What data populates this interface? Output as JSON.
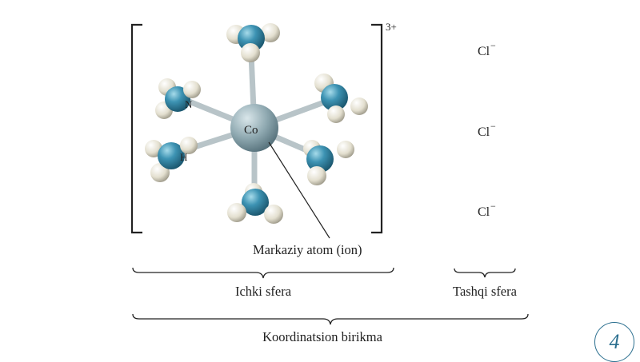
{
  "complex": {
    "charge": "3+",
    "central_atom": "Co",
    "ligand_atom_labels": {
      "nitrogen": "N",
      "hydrogen": "H"
    },
    "central_atom_label": "Markaziy atom (ion)"
  },
  "outer_ions": [
    {
      "symbol": "Cl",
      "charge": "−"
    },
    {
      "symbol": "Cl",
      "charge": "−"
    },
    {
      "symbol": "Cl",
      "charge": "−"
    }
  ],
  "braces": {
    "inner_sphere": "Ichki sfera",
    "outer_sphere": "Tashqi sfera",
    "coordination_compound": "Koordinatsion birikma"
  },
  "page_number": "4",
  "colors": {
    "nitrogen": "#3d93b3",
    "hydrogen": "#e6e2d3",
    "cobalt": "#8fa9b1",
    "bond": "#b8c4c8",
    "accent": "#2b6f8f"
  }
}
